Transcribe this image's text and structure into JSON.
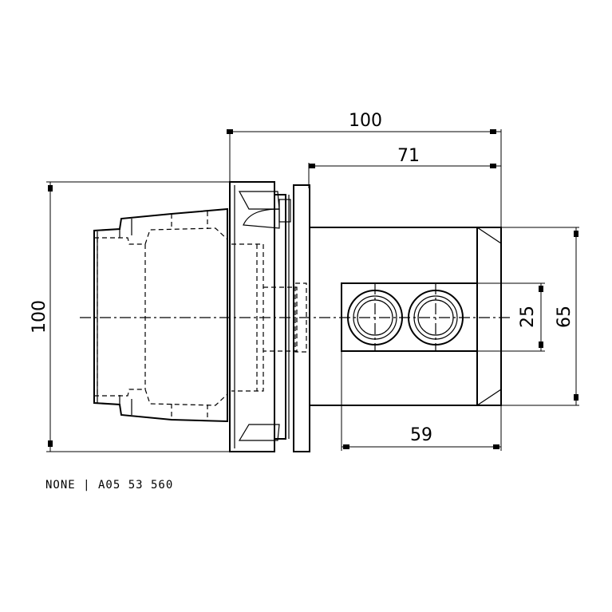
{
  "dimensions": {
    "overall_length": "100",
    "body_length": "71",
    "flange_diameter": "100",
    "body_height": "65",
    "bore_spacing": "25",
    "bore_block_length": "59"
  },
  "caption": "NONE | A05 53 560"
}
